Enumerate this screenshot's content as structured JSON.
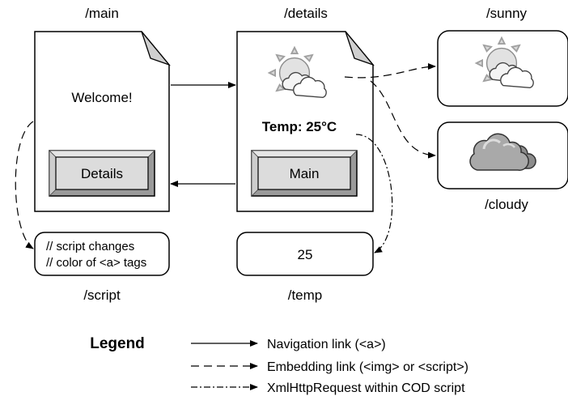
{
  "pages": {
    "main": {
      "path": "/main",
      "welcome": "Welcome!",
      "button": "Details"
    },
    "details": {
      "path": "/details",
      "temp_text": "Temp: 25°C",
      "button": "Main"
    },
    "sunny": {
      "path": "/sunny",
      "icon": "sun-behind-clouds-icon"
    },
    "cloudy": {
      "path": "/cloudy",
      "icon": "storm-cloud-icon"
    },
    "script": {
      "path": "/script",
      "line1": "// script changes",
      "line2": "// color of <a> tags"
    },
    "temp": {
      "path": "/temp",
      "value": "25"
    }
  },
  "legend": {
    "title": "Legend",
    "items": [
      {
        "style": "solid",
        "label": "Navigation link (<a>)"
      },
      {
        "style": "dashed",
        "label": "Embedding link (<img> or <script>)"
      },
      {
        "style": "dash-dot",
        "label": "XmlHttpRequest within COD script"
      }
    ]
  },
  "colors": {
    "line": "#000000",
    "button_face": "#dcdcdc",
    "button_bevel": "#9a9a9a",
    "fold": "#cfcfcf",
    "sun": "#d9d9d9",
    "cloud_light": "#f2f2f2",
    "cloud_dark": "#8c8c8c"
  }
}
